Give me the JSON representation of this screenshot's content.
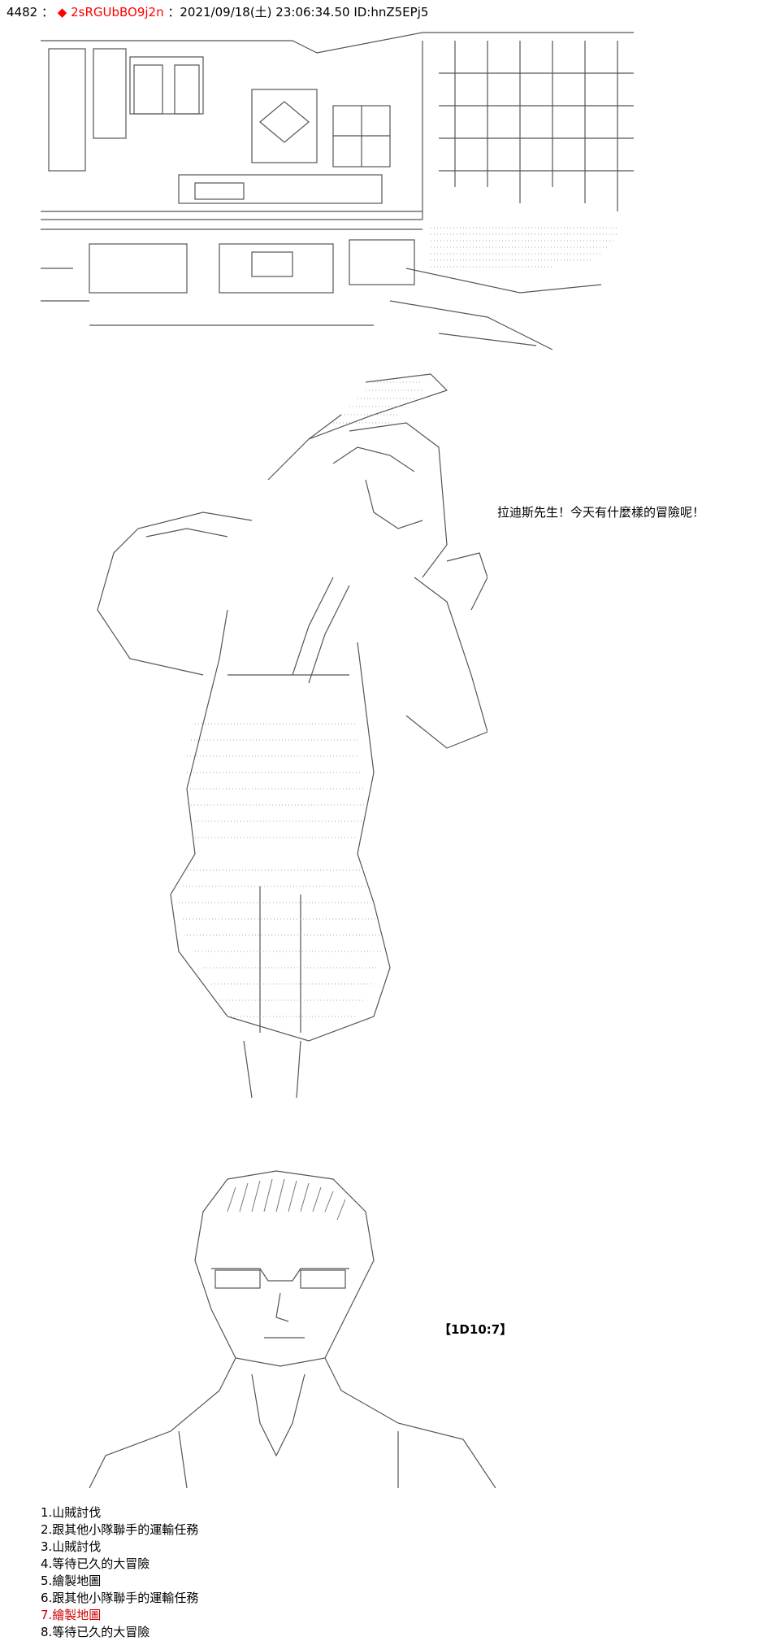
{
  "post": {
    "number": "4482",
    "separator": "：",
    "trip_mark": "◆",
    "tripcode": "2sRGUbBO9j2n",
    "datetime": "：2021/09/18(土) 23:06:34.50",
    "id": "ID:hnZ5EPj5"
  },
  "speech": "拉迪斯先生！今天有什麼樣的冒險呢！",
  "dice": "【1D10:7】",
  "options": [
    "1.山賊討伐",
    "2.跟其他小隊聯手的運輸任務",
    "3.山賊討伐",
    "4.等待已久的大冒險",
    "5.繪製地圖",
    "6.跟其他小隊聯手的運輸任務",
    "7.繪製地圖",
    "8.等待已久的大冒險"
  ],
  "selected_option_index": 6,
  "colors": {
    "tripcode": "#ff0000",
    "selected_option": "#cc0000",
    "art_line": "#555555",
    "art_dots": "#aaaaaa"
  }
}
